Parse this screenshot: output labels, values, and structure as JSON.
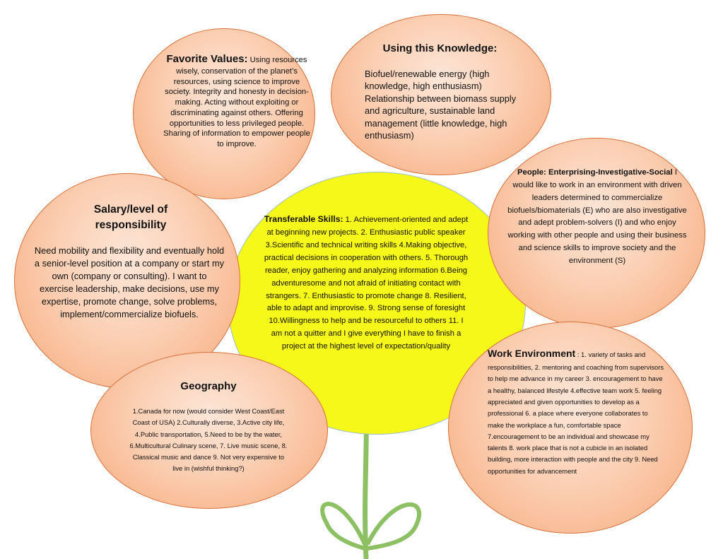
{
  "colors": {
    "petal_fill": "#fbcfb3",
    "petal_border": "#d8713a",
    "center_fill": "#f6f81a",
    "center_border": "#9bbfc9",
    "stem": "#8cc063"
  },
  "petals": {
    "favorite_values": {
      "title": "Favorite Values:",
      "text": "Using resources wisely, conservation of the planet’s resources, using science to improve society. Integrity and honesty in decision-making. Acting without exploiting or discriminating against others. Offering opportunities to less privileged people. Sharing of information to empower people to improve."
    },
    "using_knowledge": {
      "title": "Using this Knowledge:",
      "text": "Biofuel/renewable energy (high knowledge, high enthusiasm) Relationship between biomass supply and agriculture, sustainable land management (little knowledge, high enthusiasm)"
    },
    "people": {
      "title": "People: Enterprising-Investigative-Social",
      "text": "I would like to work in an environment with driven leaders determined to commercialize biofuels/biomaterials (E) who are also investigative and adept problem-solvers (I) and who enjoy working with other people and using their business and science skills to improve society and the environment (S)"
    },
    "salary": {
      "title": "Salary/level of responsibility",
      "text": "Need mobility and flexibility and eventually hold a senior-level position at a company or start my own (company or consulting). I want to exercise leadership, make decisions, use my expertise, promote change, solve problems, implement/commercialize biofuels."
    },
    "work_environment": {
      "title": "Work Environment",
      "text": ": 1. variety of tasks and responsibilities, 2. mentoring and coaching from supervisors to help me advance in my career 3. encouragement to have a healthy, balanced lifestyle 4.effective team work 5. feeling appreciated and given opportunities to develop as a professional 6. a place where everyone collaborates to make the workplace a fun, comfortable space 7.encouragement to be an individual and showcase my talents 8. work place that is not a cubicle in an isolated building, more interaction with people and the city 9. Need opportunities for advancement"
    },
    "geography": {
      "title": "Geography",
      "text": "1.Canada for now (would consider West Coast/East Coast of USA) 2.Culturally diverse, 3.Active city life, 4.Public transportation, 5.Need to be by the water, 6.Multicultural Culinary scene, 7. Live music scene, 8. Classical music and dance 9. Not very expensive to live in (wishful thinking?)"
    }
  },
  "center": {
    "title": "Transferable Skills:",
    "text": "1. Achievement-oriented and adept at beginning new projects. 2. Enthusiastic public speaker 3.Scientific and technical writing skills 4.Making objective, practical decisions in cooperation with others. 5. Thorough reader, enjoy gathering and analyzing information 6.Being adventuresome and not afraid of initiating contact with strangers. 7. Enthusiastic to promote change 8. Resilient, able to adapt and improvise. 9. Strong sense of foresight 10.Willingness to help and be resourceful to others 11. I am not a quitter and I give everything I have to finish a project at the highest level of expectation/quality"
  }
}
